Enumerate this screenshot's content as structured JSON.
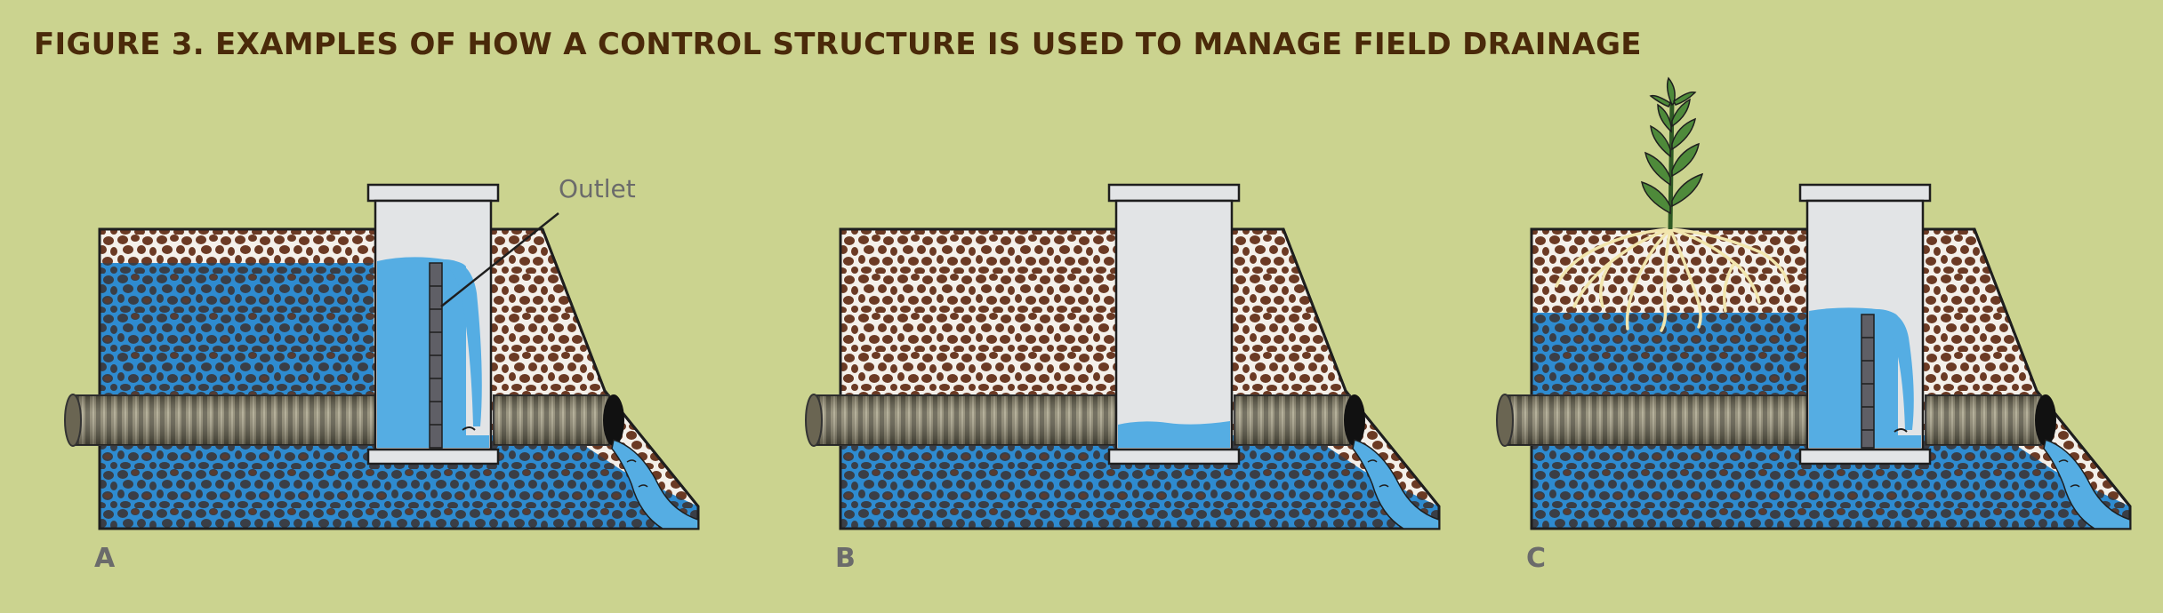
{
  "figure": {
    "title": "FIGURE 3. EXAMPLES OF HOW A CONTROL STRUCTURE IS USED TO MANAGE FIELD DRAINAGE"
  },
  "panels": [
    {
      "label": "A",
      "callout": "Outlet"
    },
    {
      "label": "B"
    },
    {
      "label": "C"
    }
  ],
  "colors": {
    "background": "#cbd38f",
    "soil": "#6b3a24",
    "soil_wet": "#3a8fcc",
    "water": "#55ade3",
    "pipe": "#7a7560",
    "structure": "#e2e4e6",
    "outline": "#1e1e1e",
    "plant": "#4e8a3a",
    "roots": "#f2e6ae",
    "title_text": "#4a2a0a"
  }
}
